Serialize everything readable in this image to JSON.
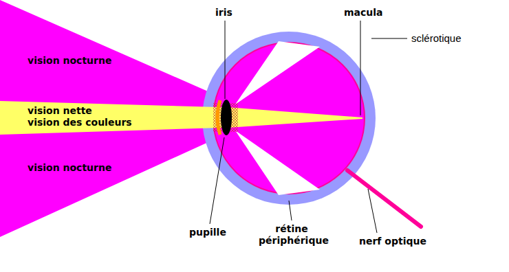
{
  "diagram": {
    "labels": [
      "iris",
      "macula",
      "vision nocturne",
      "vision nette",
      "vision des couleurs",
      "vision nocturne",
      "sclérotique",
      "pupille",
      "rétine périphérique",
      "nerf optique"
    ]
  }
}
